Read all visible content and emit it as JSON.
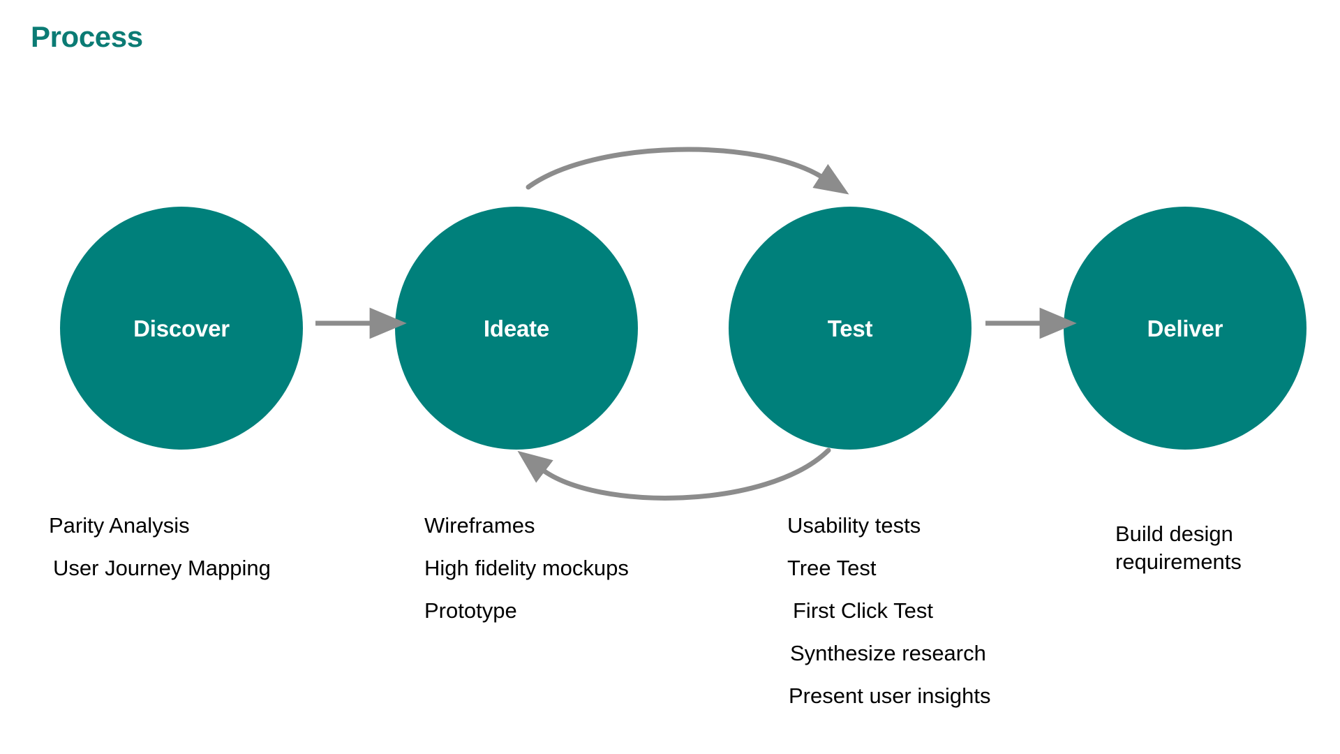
{
  "page": {
    "title": "Process",
    "background_color": "#ffffff",
    "title_color": "#0b7b74",
    "accent_color": "#00807b",
    "arrow_color": "#8c8c8c",
    "text_color": "#000000"
  },
  "stages": [
    {
      "id": "discover",
      "label": "Discover"
    },
    {
      "id": "ideate",
      "label": "Ideate"
    },
    {
      "id": "test",
      "label": "Test"
    },
    {
      "id": "deliver",
      "label": "Deliver"
    }
  ],
  "connectors": [
    {
      "id": "discover-to-ideate",
      "type": "straight-arrow-right",
      "from": "discover",
      "to": "ideate"
    },
    {
      "id": "ideate-to-test-top",
      "type": "curved-arrow-right",
      "from": "ideate",
      "to": "test"
    },
    {
      "id": "test-to-ideate-bottom",
      "type": "curved-arrow-left",
      "from": "test",
      "to": "ideate"
    },
    {
      "id": "test-to-deliver",
      "type": "straight-arrow-right",
      "from": "test",
      "to": "deliver"
    }
  ],
  "details": {
    "discover": [
      "Parity Analysis",
      "User Journey Mapping"
    ],
    "ideate": [
      "Wireframes",
      "High fidelity mockups",
      "Prototype"
    ],
    "test": [
      "Usability tests",
      "Tree Test",
      "First Click Test",
      "Synthesize research",
      "Present user insights"
    ],
    "deliver": [
      "Build design requirements"
    ]
  }
}
